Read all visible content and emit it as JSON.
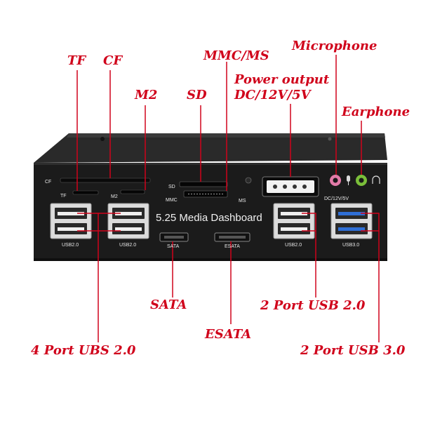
{
  "callouts": {
    "tf": "TF",
    "cf": "CF",
    "m2": "M2",
    "sd": "SD",
    "mmc_ms": "MMC/MS",
    "power_output_1": "Power output",
    "power_output_2": "DC/12V/5V",
    "microphone": "Microphone",
    "earphone": "Earphone",
    "sata": "SATA",
    "esata": "ESATA",
    "usb20_2port": "2 Port USB 2.0",
    "usb20_4port": "4 Port UBS 2.0",
    "usb30_2port": "2 Port USB 3.0"
  },
  "panel": {
    "title": "5.25 Media Dashboard",
    "labels": {
      "cf": "CF",
      "tf": "TF",
      "m2": "M2",
      "sd": "SD",
      "mmc": "MMC",
      "ms": "MS",
      "dc": "DC/12V/5V",
      "usb20_a": "USB2.0",
      "usb20_b": "USB2.0",
      "usb20_c": "USB2.0",
      "usb30": "USB3.0",
      "sata": "SATA",
      "esata": "ESATA"
    }
  },
  "colors": {
    "accent": "#d0021b",
    "panel": "#1a1a1a",
    "usb3": "#2f6fd6",
    "mic": "#e37ba8",
    "earphone": "#7bbf3a"
  }
}
